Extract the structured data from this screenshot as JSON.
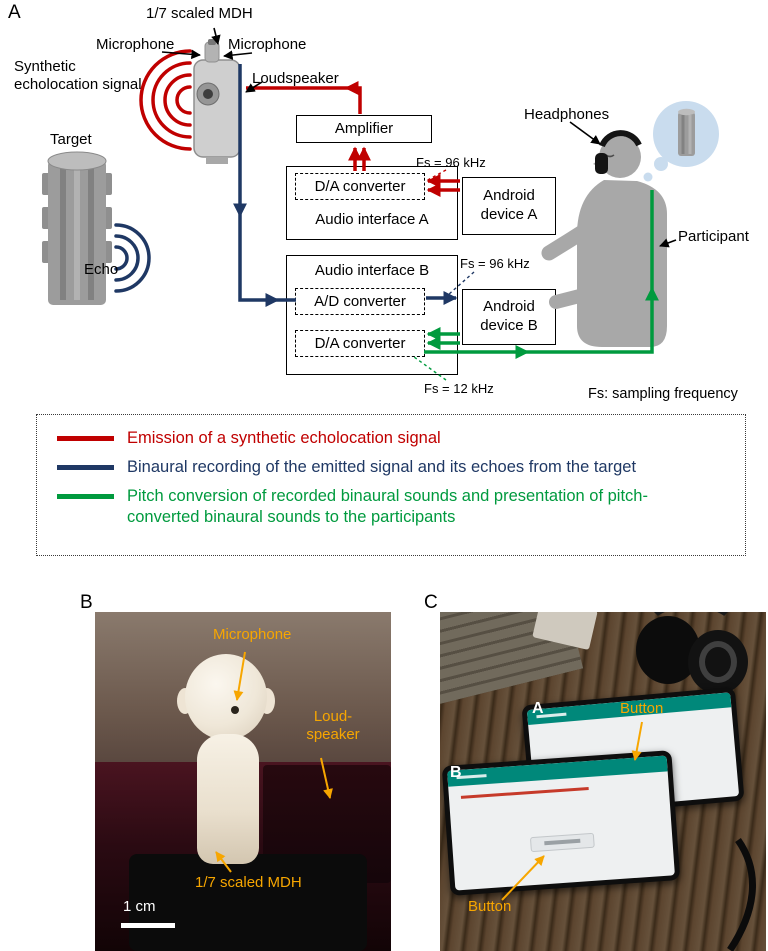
{
  "figure": {
    "panel_a": "A",
    "panel_b": "B",
    "panel_c": "C"
  },
  "diagram": {
    "mdh_label": "1/7 scaled MDH",
    "microphone_left": "Microphone",
    "microphone_right": "Microphone",
    "synthetic_signal": "Synthetic echolocation signal",
    "loudspeaker": "Loudspeaker",
    "target": "Target",
    "echo": "Echo",
    "amplifier": "Amplifier",
    "da_converter_a": "D/A converter",
    "audio_interface_a": "Audio interface A",
    "android_device_a": "Android device A",
    "audio_interface_b": "Audio interface B",
    "ad_converter_b": "A/D converter",
    "da_converter_b": "D/A converter",
    "android_device_b": "Android device B",
    "fs_96_khz_a": "Fs = 96 kHz",
    "fs_96_khz_b": "Fs = 96 kHz",
    "fs_12_khz": "Fs = 12 kHz",
    "headphones": "Headphones",
    "participant": "Participant",
    "fs_note": "Fs: sampling frequency"
  },
  "legend": {
    "items": [
      {
        "color": "#c00000",
        "text": "Emission of a synthetic echolocation signal"
      },
      {
        "color": "#1f3864",
        "text": "Binaural recording of the emitted signal and its echoes from the target"
      },
      {
        "color": "#009a3e",
        "text": "Pitch conversion of recorded binaural sounds and presentation of pitch-converted binaural sounds to the participants"
      }
    ]
  },
  "photo_b": {
    "microphone": "Microphone",
    "loudspeaker": "Loud-\nspeaker",
    "mdh": "1/7 scaled MDH",
    "scale_bar": "1 cm"
  },
  "photo_c": {
    "device_a": "A",
    "device_b": "B",
    "button_top": "Button",
    "button_bottom": "Button"
  },
  "colors": {
    "emission_red": "#c00000",
    "recording_navy": "#1f3864",
    "presentation_green": "#009a3e",
    "photo_annotation_orange": "#f7a600"
  }
}
